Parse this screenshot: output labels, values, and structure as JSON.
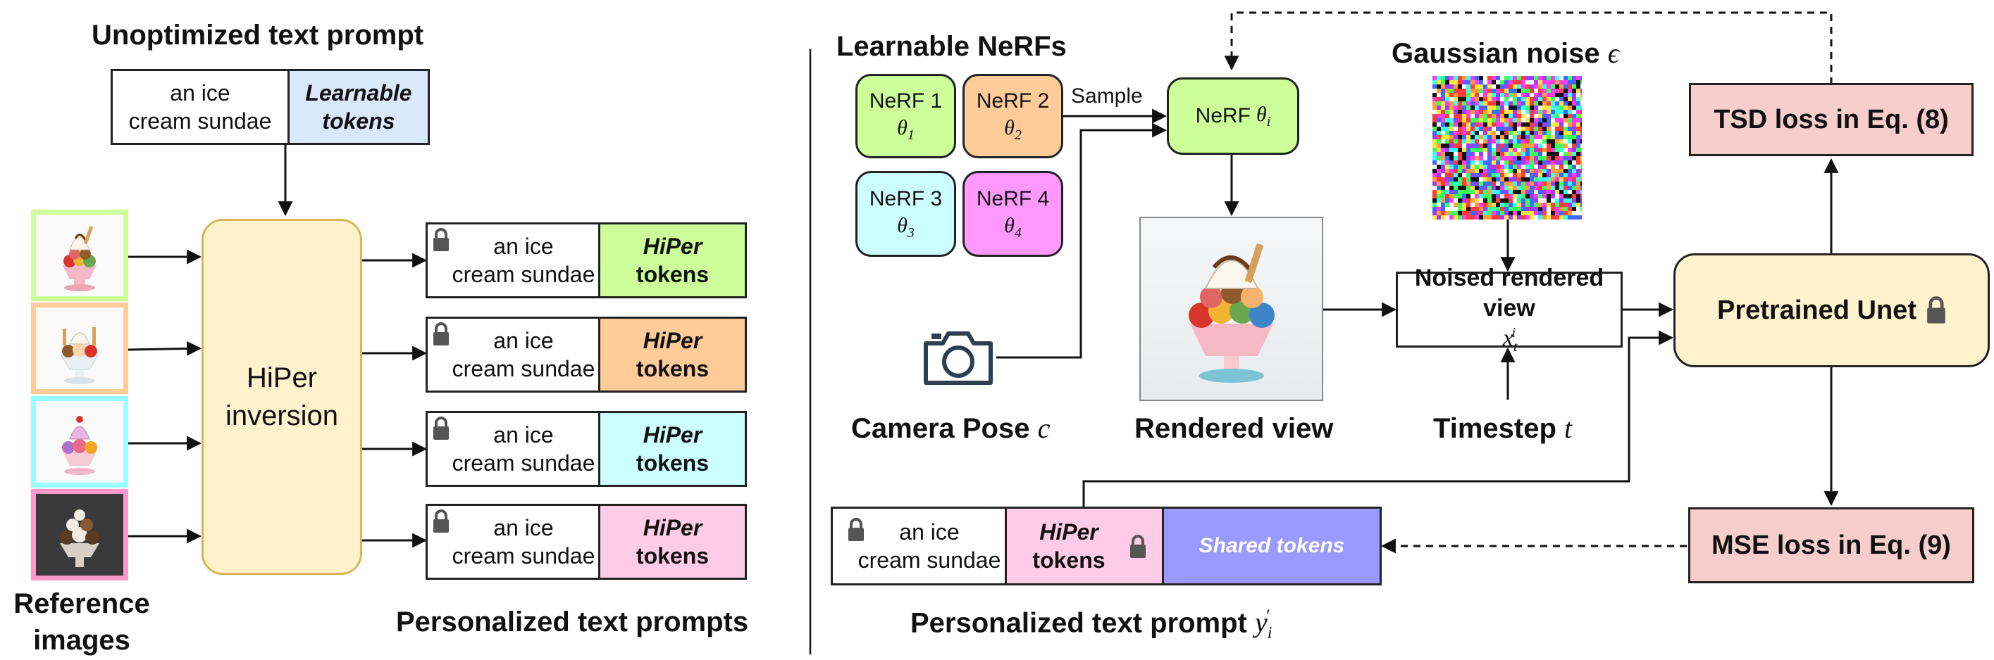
{
  "left": {
    "title": "Unoptimized text prompt",
    "prompt_text_line1": "an ice",
    "prompt_text_line2": "cream sundae",
    "learnable_line1": "Learnable",
    "learnable_line2": "tokens",
    "inversion_line1": "HiPer",
    "inversion_line2": "inversion",
    "reference_label_line1": "Reference",
    "reference_label_line2": "images",
    "personalized_label": "Personalized text prompts",
    "output_rows": [
      {
        "text1": "an ice",
        "text2": "cream sundae",
        "tok1": "HiPer",
        "tok2": "tokens",
        "color": "#ccff99"
      },
      {
        "text1": "an ice",
        "text2": "cream sundae",
        "tok1": "HiPer",
        "tok2": "tokens",
        "color": "#fecb99"
      },
      {
        "text1": "an ice",
        "text2": "cream sundae",
        "tok1": "HiPer",
        "tok2": "tokens",
        "color": "#ccffff"
      },
      {
        "text1": "an ice",
        "text2": "cream sundae",
        "tok1": "HiPer",
        "tok2": "tokens",
        "color": "#fecce6"
      }
    ],
    "reference_border_colors": [
      "#ccff99",
      "#fecb99",
      "#99ffff",
      "#ff99cc"
    ]
  },
  "right": {
    "nerfs_title": "Learnable NeRFs",
    "nerfs": [
      {
        "name": "NeRF 1",
        "param": "θ",
        "sub": "1",
        "color": "#ccff99"
      },
      {
        "name": "NeRF 2",
        "param": "θ",
        "sub": "2",
        "color": "#fecb99"
      },
      {
        "name": "NeRF 3",
        "param": "θ",
        "sub": "3",
        "color": "#ccffff"
      },
      {
        "name": "NeRF 4",
        "param": "θ",
        "sub": "4",
        "color": "#ff99ff"
      }
    ],
    "sample_label": "Sample",
    "nerf_i_label": "NeRF",
    "nerf_i_param": "θ",
    "nerf_i_sub": "i",
    "gaussian_label": "Gaussian noise",
    "gaussian_symbol": "ϵ",
    "camera_label": "Camera Pose",
    "camera_symbol": "c",
    "rendered_label": "Rendered view",
    "noised_line1": "Noised rendered",
    "noised_line2": "view",
    "noised_symbol": "x",
    "noised_sub": "t",
    "noised_sup": "i",
    "timestep_label": "Timestep",
    "timestep_symbol": "t",
    "tsd_label": "TSD loss in Eq. (8)",
    "unet_label": "Pretrained Unet",
    "mse_label": "MSE loss in Eq. (9)",
    "prompt_text_line1": "an ice",
    "prompt_text_line2": "cream sundae",
    "hiper_line1": "HiPer",
    "hiper_line2": "tokens",
    "shared_label": "Shared tokens",
    "personalized_label": "Personalized text prompt",
    "personalized_symbol": "y",
    "personalized_sub": "i",
    "personalized_prime": "′"
  },
  "colors": {
    "learnable_token_bg": "#dae8fc",
    "inversion_bg": "#fff2cc",
    "inversion_border": "#d6b656",
    "nerf_i_bg": "#ccff99",
    "loss_bg": "#f8cecc",
    "unet_bg": "#fff2cc",
    "hiper_right_bg": "#fecce6",
    "shared_bg": "#9999ff"
  },
  "icons": [
    "lock-icon",
    "camera-icon",
    "sundae-image",
    "gaussian-noise-image"
  ]
}
